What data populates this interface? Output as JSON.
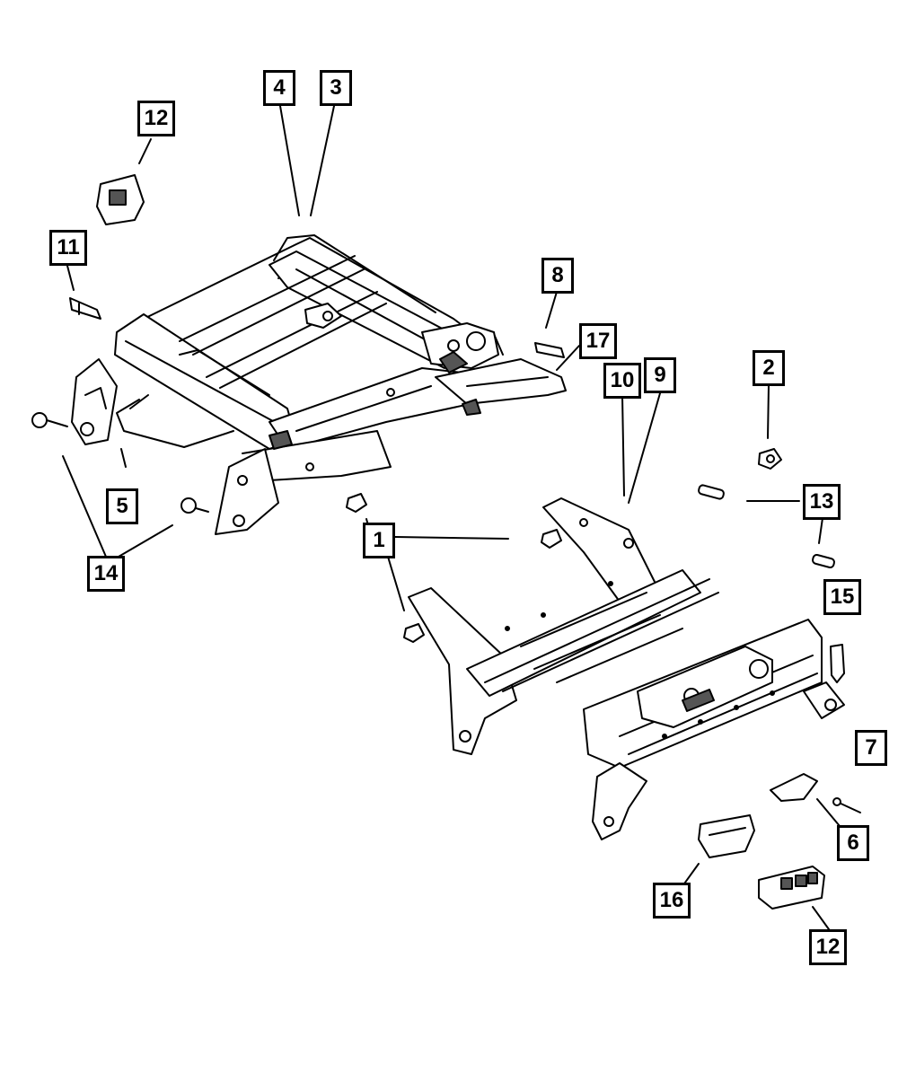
{
  "callouts": {
    "c1": "1",
    "c2": "2",
    "c3": "3",
    "c4": "4",
    "c5": "5",
    "c6": "6",
    "c7": "7",
    "c8": "8",
    "c9": "9",
    "c10": "10",
    "c11": "11",
    "c12a": "12",
    "c12b": "12",
    "c13": "13",
    "c14": "14",
    "c15": "15",
    "c16": "16",
    "c17": "17"
  },
  "colors": {
    "line": "#000000",
    "fill": "#ffffff",
    "shade": "#555555"
  }
}
